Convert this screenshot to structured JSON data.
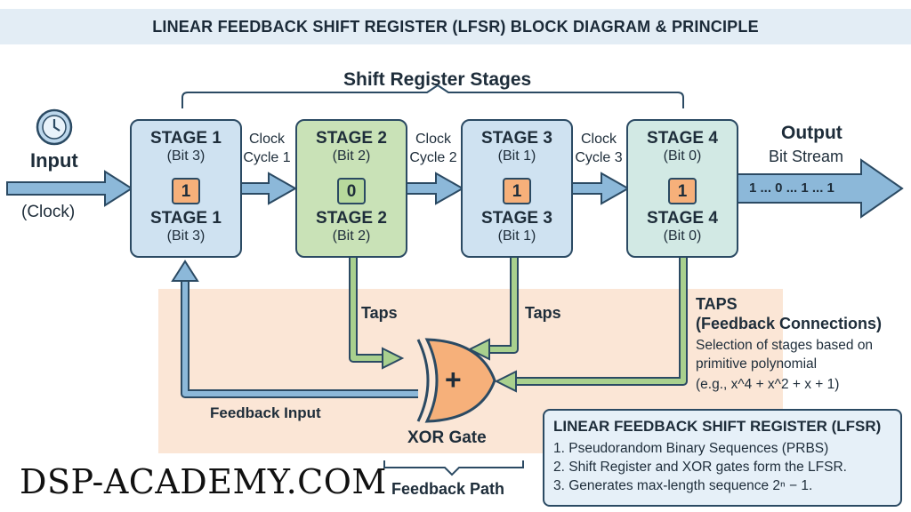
{
  "title": "LINEAR FEEDBACK SHIFT REGISTER (LFSR) BLOCK DIAGRAM & PRINCIPLE",
  "header_label": "Shift Register Stages",
  "input": {
    "label": "Input",
    "sub": "(Clock)",
    "icon": "clock-icon"
  },
  "output": {
    "label": "Output",
    "sub": "Bit Stream",
    "stream": "1 ... 0 ... 1 ... 1"
  },
  "stages": [
    {
      "label": "STAGE 1",
      "bit": "(Bit 3)",
      "value": "1"
    },
    {
      "label": "STAGE 2",
      "bit": "(Bit 2)",
      "value": "0"
    },
    {
      "label": "STAGE 3",
      "bit": "(Bit 1)",
      "value": "1"
    },
    {
      "label": "STAGE 4",
      "bit": "(Bit 0)",
      "value": "1"
    }
  ],
  "clock_cycles": [
    {
      "line1": "Clock",
      "line2": "Cycle 1"
    },
    {
      "line1": "Clock",
      "line2": "Cycle 2"
    },
    {
      "line1": "Clock",
      "line2": "Cycle 3"
    }
  ],
  "taps_label": "Taps",
  "taps_info": {
    "title1": "TAPS",
    "title2": "(Feedback Connections)",
    "line1": "Selection of stages based on",
    "line2": "primitive polynomial",
    "line3": "(e.g., x^4 + x^2 + x + 1)"
  },
  "xor": {
    "label": "XOR Gate",
    "symbol": "+"
  },
  "feedback_input": "Feedback Input",
  "feedback_path": "Feedback Path",
  "info_box": {
    "title": "LINEAR FEEDBACK SHIFT REGISTER (LFSR)",
    "items": [
      "1. Pseudorandom Binary Sequences (PRBS)",
      "2. Shift Register and XOR gates form the LFSR.",
      "3. Generates max-length sequence 2ⁿ − 1."
    ]
  },
  "watermark": "DSP-ACADEMY.COM",
  "colors": {
    "stage_blue": "#cfe2f1",
    "stage_green": "#c9e2b7",
    "stage_mint": "#d2e9e4",
    "arrow_blue": "#8cb8d9",
    "tap_green": "#a9d08e",
    "xor_orange": "#f6b07a",
    "feedback_bg": "#fbe6d6"
  }
}
